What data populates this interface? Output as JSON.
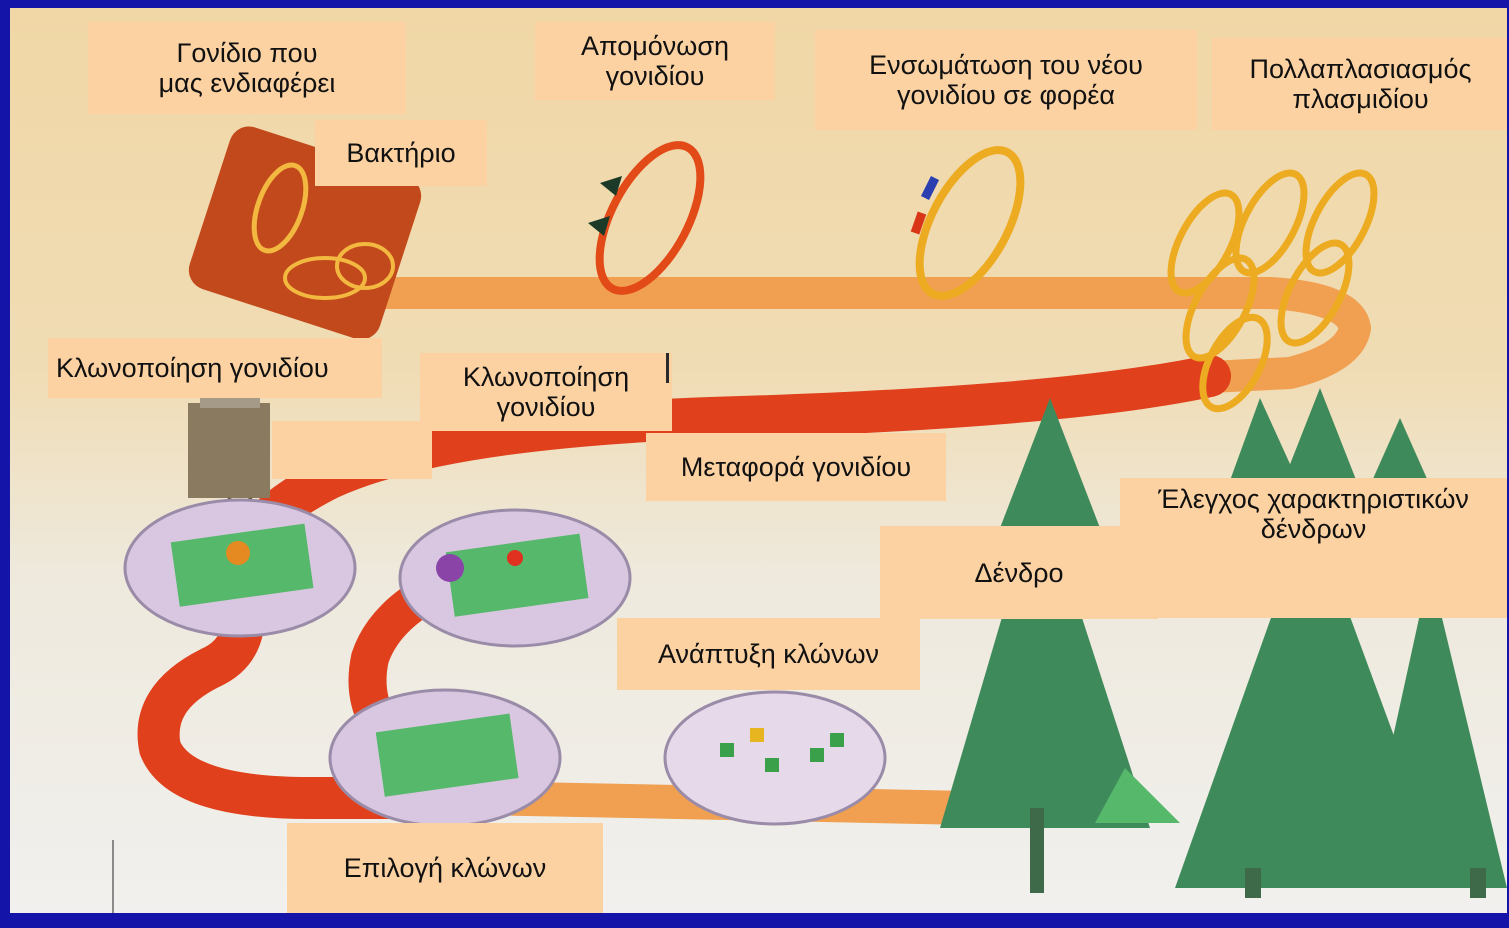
{
  "diagram": {
    "labels": {
      "gene_of_interest": "Γονίδιο  που\nμας ενδιαφέρει",
      "bacterium": "Βακτήριο",
      "gene_isolation": "Απομόνωση\nγονιδίου",
      "gene_insertion": "Ενσωμάτωση του νέου\nγονιδίου σε φορέα",
      "plasmid_multiplication": "Πολλαπλασιασμός\nπλασμιδίου",
      "gene_cloning_1": "Κλωνοποίηση γονιδίου",
      "gene_cloning_2": "Κλωνοποίηση\nγονιδίου",
      "gene_transfer": "Μεταφορά γονιδίου",
      "tree": "Δένδρο",
      "tree_traits_check": "Έλεγχος χαρακτηριστικών\nδένδρων",
      "clone_development": "Ανάπτυξη  κλώνων",
      "clone_selection": "Επιλογή κλώνων"
    },
    "colors": {
      "frame": "#1414a8",
      "label_fill": "#fcd2a2",
      "belt_upper": "#f0a050",
      "belt_lower": "#e0401c",
      "plasmid": "#e8a020",
      "tree": "#3f8a5a",
      "dish": "#d9c6e0",
      "grid_cell": "#55b86a"
    },
    "icons": [
      "bacterium-icon",
      "plasmid-icon",
      "pipette-icon",
      "petri-dish-icon",
      "tree-icon"
    ]
  }
}
